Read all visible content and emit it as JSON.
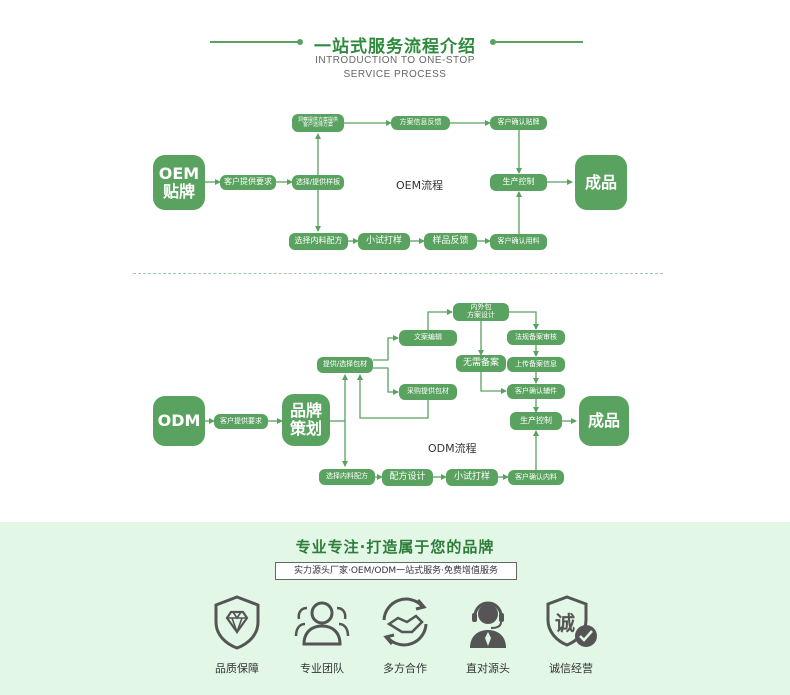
{
  "header": {
    "title": "一站式服务流程介绍",
    "subtitle_line1": "INTRODUCTION TO ONE-STOP",
    "subtitle_line2": "SERVICE PROCESS"
  },
  "oem": {
    "start": "OEM\n贴牌",
    "request": "客户提供要求",
    "select": "选择/提供样板",
    "upper_top": "洞察提供方案提供\n客户选择方案",
    "feedback": "方案信息反馈",
    "confirm_label": "客户确认贴牌",
    "production": "生产控制",
    "inner_formula": "选择内料配方",
    "trial": "小试打样",
    "sample_feedback": "样品反馈",
    "confirm_material": "客户确认用料",
    "label": "OEM流程",
    "end": "成品"
  },
  "odm": {
    "start": "ODM",
    "request": "客户提供要求",
    "brand": "品牌\n策划",
    "provide_pack": "提供/选择包材",
    "copywriting": "文案编辑",
    "purchase_pack": "采购提供包材",
    "inner_pack": "内外包\n方案设计",
    "no_filing": "无需备案",
    "regulation": "法规备案审核",
    "upload_filing": "上传备案信息",
    "confirm_parts": "客户确认辅件",
    "production": "生产控制",
    "inner_formula": "选择内料配方",
    "formula_design": "配方设计",
    "trial": "小试打样",
    "confirm_material": "客户确认内料",
    "label": "ODM流程",
    "end": "成品"
  },
  "footer": {
    "title": "专业专注·打造属于您的品牌",
    "subtitle": "实力源头厂家·OEM/ODM一站式服务·免费增值服务",
    "features": [
      {
        "label": "品质保障",
        "icon": "diamond-shield-icon"
      },
      {
        "label": "专业团队",
        "icon": "team-icon"
      },
      {
        "label": "多方合作",
        "icon": "handshake-icon"
      },
      {
        "label": "直对源头",
        "icon": "customer-service-icon"
      },
      {
        "label": "诚信经营",
        "icon": "integrity-shield-icon"
      }
    ],
    "integrity_char": "诚"
  },
  "colors": {
    "accent": "#5aa25f",
    "band": "#e3f7e6",
    "title": "#2e8b3e"
  }
}
